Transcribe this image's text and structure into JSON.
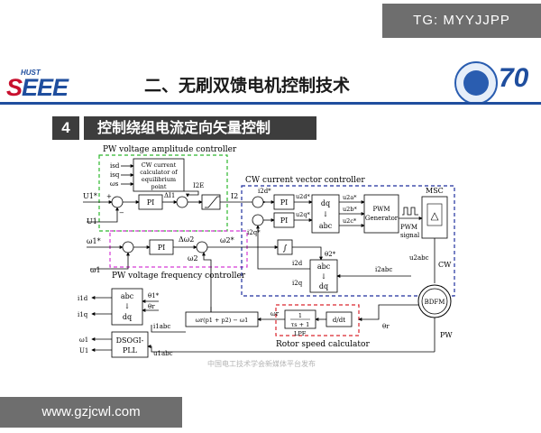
{
  "header": {
    "tg_badge": "TG: MYYJJPP",
    "logo_top": "HUST",
    "logo_s": "S",
    "logo_rest": "EEE",
    "page_title": "二、无刷双馈电机控制技术",
    "anniversary": "70"
  },
  "section": {
    "number": "4",
    "title": "控制绕组电流定向矢量控制"
  },
  "diagram": {
    "pw_voltage_title": "PW voltage amplitude controller",
    "cw_calc": [
      "CW current",
      "calculator of",
      "equilibrium",
      "point"
    ],
    "pw_freq_title": "PW voltage frequency controller",
    "cw_vector_title": "CW current vector controller",
    "pi": "PI",
    "msc": "MSC",
    "cw": "CW",
    "pw": "PW",
    "bdfm": "BDFM",
    "pwm_gen": [
      "PWM",
      "Generator"
    ],
    "pwm_signal": [
      "PWM",
      "signal"
    ],
    "dq": "dq",
    "abc": "abc",
    "arrow": "↓",
    "integrator": "∫",
    "plus": "+",
    "minus": "−",
    "ddt": "d/dt",
    "lpf_num": "1",
    "lpf_den": "τs + 1",
    "lpf": "LPF",
    "rotor_speed_title": "Rotor speed calculator",
    "dsogi": [
      "DSOGI-",
      "PLL"
    ],
    "freq_formula": "ωr(p1 + p2) − ω1",
    "labels": {
      "U1_star": "U1*",
      "U1": "U1",
      "w1_star": "ω1*",
      "w1": "ω1",
      "i_sd": "isd",
      "i_sq": "isq",
      "w_s": "ωs",
      "dI1": "ΔI1",
      "I2E": "I2E",
      "I2": "I2",
      "dw2": "Δω2",
      "w2_star": "ω2*",
      "w2": "ω2",
      "i2d_star": "i2d*",
      "i2q_star": "i2q*",
      "u2d_star": "u2d*",
      "u2q_star": "u2q*",
      "u2a_star": "u2a*",
      "u2b_star": "u2b*",
      "u2c_star": "u2c*",
      "theta2_star": "θ2*",
      "i2d": "i2d",
      "i2q": "i2q",
      "i2abc": "i2abc",
      "u2abc": "u2abc",
      "theta1_star": "θ1*",
      "theta_r": "θr",
      "i1abc": "i1abc",
      "u1abc": "u1abc",
      "w_r": "ωr",
      "theta_r2": "θr",
      "i1d": "i1d",
      "i1q": "i1q",
      "w1_out": "ω1",
      "U1_out": "U1"
    }
  },
  "footer": {
    "watermark": "中国电工技术学会新媒体平台发布",
    "site": "www.gzjcwl.com"
  }
}
